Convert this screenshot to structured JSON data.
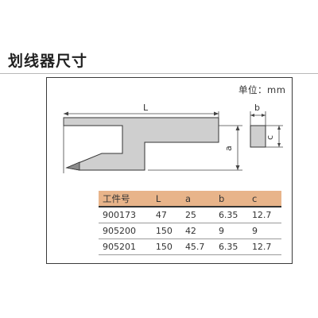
{
  "section_title": "划线器尺寸",
  "unit": {
    "label": "单位：",
    "value": "mm"
  },
  "diagram": {
    "dim_L": "L",
    "dim_a": "a",
    "dim_b": "b",
    "dim_c": "c"
  },
  "table": {
    "headers": [
      "工件号",
      "L",
      "a",
      "b",
      "c"
    ],
    "rows": [
      [
        "900173",
        "47",
        "25",
        "6.35",
        "12.7"
      ],
      [
        "905200",
        "150",
        "42",
        "9",
        "9"
      ],
      [
        "905201",
        "150",
        "45.7",
        "6.35",
        "12.7"
      ]
    ]
  },
  "colors": {
    "header_fill": "#e8b48a",
    "part_fill": "#cfcfcf"
  }
}
